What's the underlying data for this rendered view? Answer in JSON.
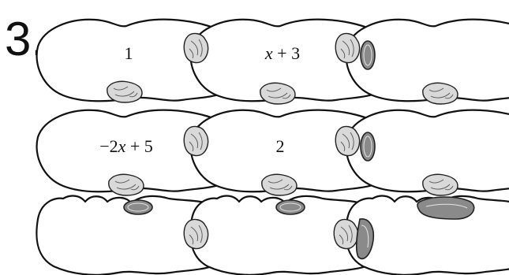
{
  "problem_number": "3.",
  "pieces": [
    {
      "row": 1,
      "col": 1,
      "label_parts": [
        {
          "text": "1",
          "italic": false
        }
      ]
    },
    {
      "row": 1,
      "col": 2,
      "label_parts": [
        {
          "text": "x",
          "italic": true
        },
        {
          "text": " + 3",
          "italic": false
        }
      ]
    },
    {
      "row": 1,
      "col": 3,
      "label_parts": []
    },
    {
      "row": 2,
      "col": 1,
      "label_parts": [
        {
          "text": "−2",
          "italic": false
        },
        {
          "text": "x",
          "italic": true
        },
        {
          "text": " + 5",
          "italic": false
        }
      ]
    },
    {
      "row": 2,
      "col": 2,
      "label_parts": [
        {
          "text": "2",
          "italic": false
        }
      ]
    },
    {
      "row": 2,
      "col": 3,
      "label_parts": []
    },
    {
      "row": 3,
      "col": 1,
      "label_parts": []
    },
    {
      "row": 3,
      "col": 2,
      "label_parts": []
    },
    {
      "row": 3,
      "col": 3,
      "label_parts": []
    }
  ]
}
